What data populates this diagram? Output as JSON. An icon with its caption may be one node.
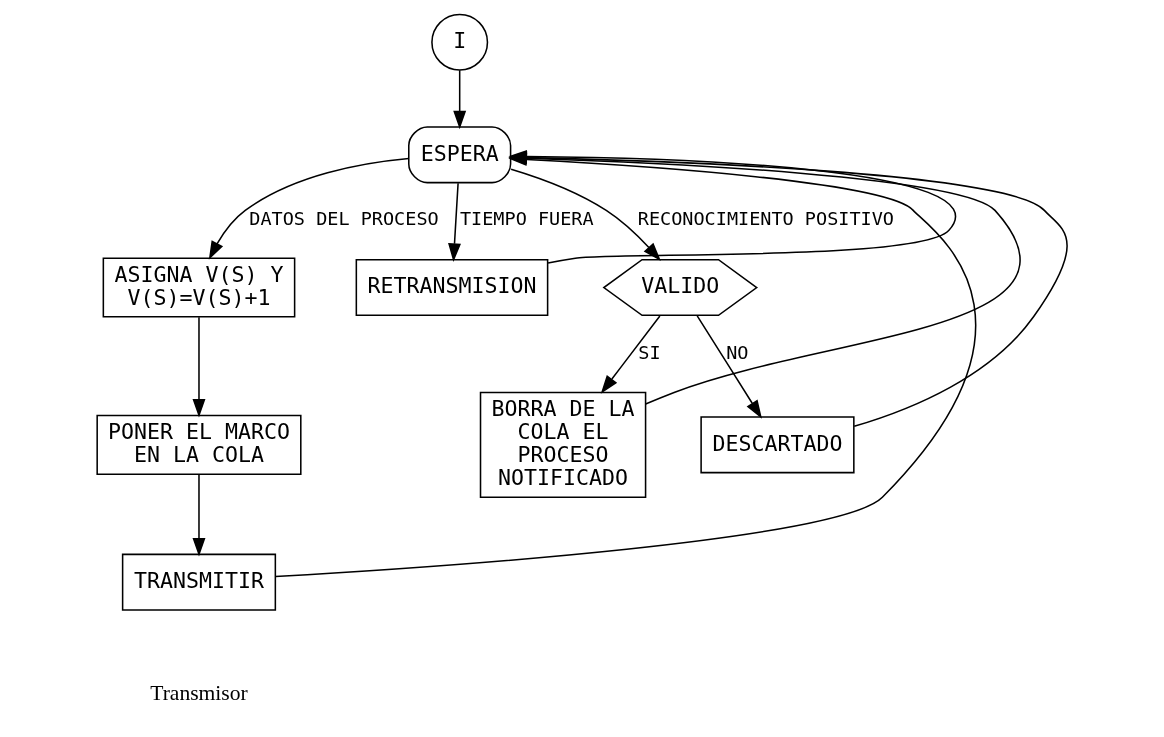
{
  "diagram": {
    "nodes": [
      {
        "text": [
          "I"
        ]
      },
      {
        "text": [
          "ESPERA"
        ]
      },
      {
        "text": [
          "ASIGNA V(S) Y V(S)=V(S)+1"
        ]
      },
      {
        "text": [
          "PONER EL MARCO EN LA COLA"
        ]
      },
      {
        "text": [
          "TRANSMITIR"
        ]
      },
      {
        "text": [
          "RETRANSMISION"
        ]
      },
      {
        "text": [
          "VALIDO"
        ]
      },
      {
        "text": [
          "BORRA DE LA COLA EL PROCESO NOTIFICADO"
        ]
      },
      {
        "text": [
          "DESCARTADO"
        ]
      }
    ],
    "edges": [
      {
        "from": 0,
        "to": 1,
        "arrow": "to"
      },
      {
        "from": 1,
        "to": 2,
        "arrow": "to",
        "label": "DATOS DEL PROCESO"
      },
      {
        "from": 1,
        "to": 5,
        "arrow": "to",
        "label": "TIEMPO FUERA"
      },
      {
        "from": 1,
        "to": 6,
        "arrow": "to",
        "label": "RECONOCIMIENTO POSITIVO"
      },
      {
        "from": 2,
        "to": 3,
        "arrow": "to"
      },
      {
        "from": 3,
        "to": 4,
        "arrow": "to"
      },
      {
        "from": 6,
        "to": 7,
        "arrow": "to",
        "label": "SI"
      },
      {
        "from": 6,
        "to": 8,
        "arrow": "to",
        "label": "NO"
      },
      {
        "from": 4,
        "to": 1,
        "arrow": "to"
      },
      {
        "from": 5,
        "to": 1,
        "arrow": "to"
      },
      {
        "from": 7,
        "to": 1,
        "arrow": "to"
      },
      {
        "from": 8,
        "to": 1,
        "arrow": "to"
      }
    ],
    "labels": [
      "Transmisor"
    ]
  }
}
